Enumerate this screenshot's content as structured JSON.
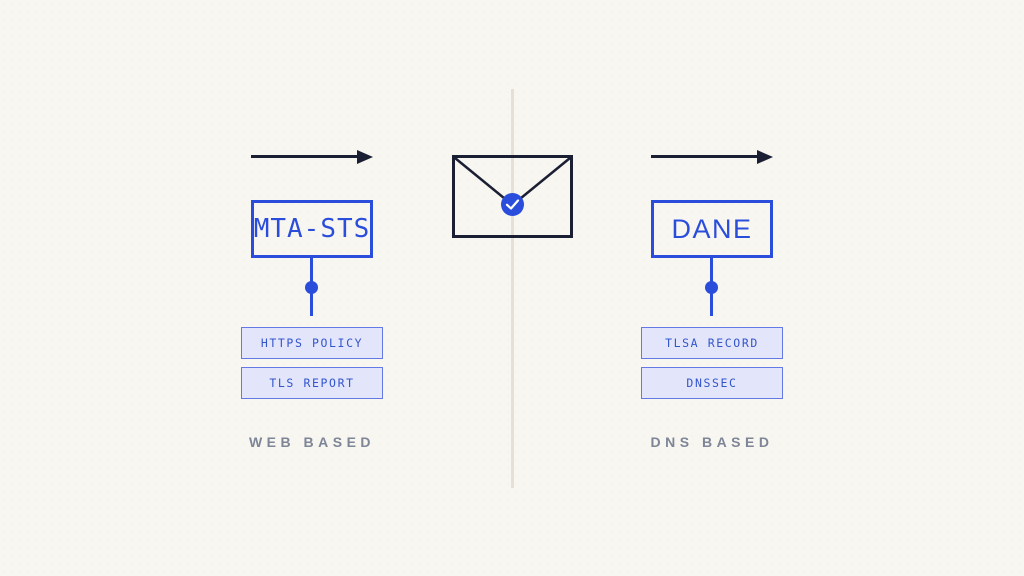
{
  "diagram": {
    "title_present": false,
    "colors": {
      "background": "#f8f6f0",
      "accent_blue": "#2b4ddb",
      "chip_fill": "#e3e6fb",
      "chip_border": "#6379e6",
      "ink_dark": "#1a1f33",
      "divider": "#e6e0d4",
      "caption_gray": "#7d8597"
    },
    "center": {
      "envelope_name": "email-envelope",
      "badge_name": "verified-check-badge",
      "divider_name": "vertical-divider"
    },
    "columns": [
      {
        "id": "web",
        "arrow_label": "flow-arrow",
        "protocol": "MTA-STS",
        "protocol_style": "mono",
        "features": [
          {
            "label": "HTTPS POLICY"
          },
          {
            "label": "TLS REPORT"
          }
        ],
        "caption": "WEB BASED"
      },
      {
        "id": "dns",
        "arrow_label": "flow-arrow",
        "protocol": "DANE",
        "protocol_style": "sans",
        "features": [
          {
            "label": "TLSA RECORD"
          },
          {
            "label": "DNSSEC"
          }
        ],
        "caption": "DNS BASED"
      }
    ]
  }
}
